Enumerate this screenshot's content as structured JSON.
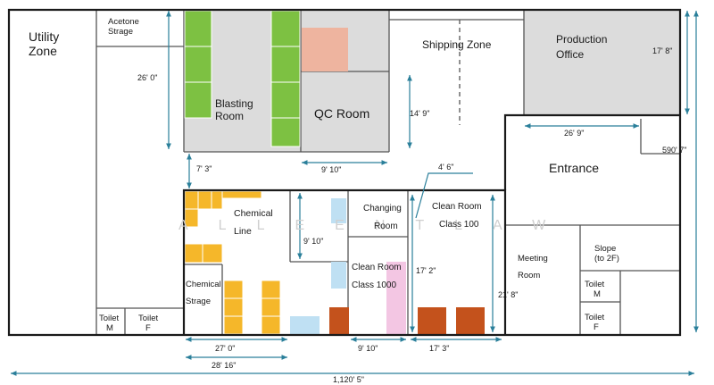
{
  "rooms": {
    "utility_zone": [
      "Utility",
      "Zone"
    ],
    "acetone_storage": [
      "Acetone",
      "Strage"
    ],
    "blasting_room": [
      "Blasting",
      "Room"
    ],
    "qc_room": "QC Room",
    "shipping_zone": "Shipping Zone",
    "production_office": [
      "Production",
      "Office"
    ],
    "entrance": "Entrance",
    "chemical_line": [
      "Chemical",
      "Line"
    ],
    "chemical_storage": [
      "Chemical",
      "Strage"
    ],
    "changing_room": [
      "Changing",
      "Room"
    ],
    "clean_room_100": [
      "Clean Room",
      "Class 100"
    ],
    "clean_room_1000": [
      "Clean Room",
      "Class 1000"
    ],
    "meeting_room": [
      "Meeting",
      "Room"
    ],
    "slope": [
      "Slope",
      "(to  2F)"
    ],
    "toilet_m_left": [
      "Toilet",
      "M"
    ],
    "toilet_f_left": [
      "Toilet",
      "F"
    ],
    "toilet_m_right": [
      "Toilet",
      "M"
    ],
    "toilet_f_right": [
      "Toilet",
      "F"
    ]
  },
  "dimensions": {
    "d_26_0": "26' 0\"",
    "d_14_9": "14' 9\"",
    "d_17_8": "17' 8\"",
    "d_26_9": "26' 9\"",
    "d_590_7": "590' 7\"",
    "d_7_3": "7' 3\"",
    "d_9_10_qc": "9' 10\"",
    "d_4_6": "4' 6\"",
    "d_9_10_v": "9' 10\"",
    "d_17_2": "17' 2\"",
    "d_21_8": "21' 8\"",
    "d_27_0": "27' 0\"",
    "d_28_16": "28' 16\"",
    "d_9_10_bottom": "9' 10\"",
    "d_17_3": "17' 3\"",
    "d_1120_5": "1,120' 5\""
  },
  "watermark": "ALLEENTLAW",
  "colors": {
    "wall": "#1a1a1a",
    "thin_line": "#555555",
    "grey_zone": "#dcdcdc",
    "green_equipment": "#7dc142",
    "salmon_equipment": "#eeb49f",
    "orange_equipment": "#f5b72a",
    "light_blue_equipment": "#bfe0f3",
    "rust_equipment": "#c4521c",
    "pink_equipment": "#f3c6e3",
    "dimension_teal": "#2a7f9a"
  }
}
